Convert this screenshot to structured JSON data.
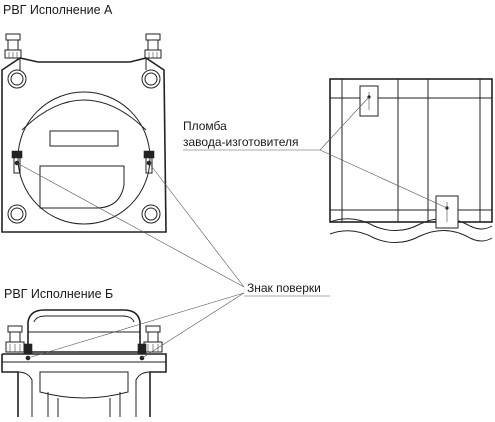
{
  "labels": {
    "variant_a": "РВГ  Исполнение А",
    "variant_b": "РВГ  Исполнение Б",
    "seal_line1": "Пломба",
    "seal_line2": "завода-изготовителя",
    "verification_mark": "Знак поверки"
  }
}
